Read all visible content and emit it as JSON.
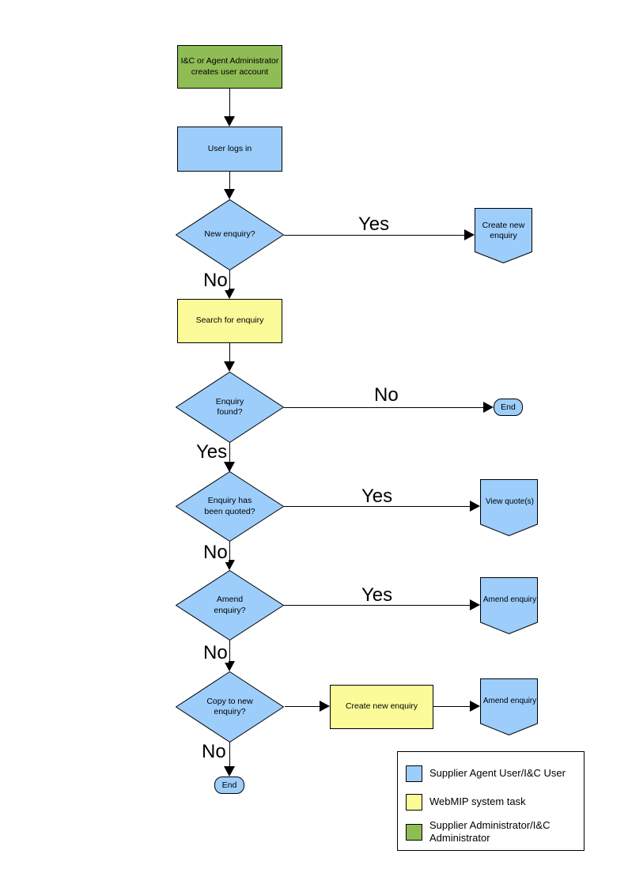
{
  "nodes": {
    "admin_creates_account": "I&C or Agent Administrator\ncreates user account",
    "user_logs_in": "User logs in",
    "new_enquiry": "New enquiry?",
    "create_new_enquiry_top": "Create new\nenquiry",
    "search_for_enquiry": "Search for enquiry",
    "enquiry_found": "Enquiry\nfound?",
    "end_top": "End",
    "enquiry_quoted": "Enquiry has\nbeen quoted?",
    "view_quotes": "View quote(s)",
    "amend_enquiry_decision": "Amend\nenquiry?",
    "amend_enquiry_action_1": "Amend enquiry",
    "copy_to_new_enquiry": "Copy to new\nenquiry?",
    "create_new_enquiry_task": "Create new enquiry",
    "amend_enquiry_action_2": "Amend enquiry",
    "end_bottom": "End"
  },
  "edges": {
    "new_enquiry_yes": "Yes",
    "new_enquiry_no": "No",
    "enquiry_found_no": "No",
    "enquiry_found_yes": "Yes",
    "quoted_yes": "Yes",
    "quoted_no": "No",
    "amend_yes": "Yes",
    "amend_no": "No",
    "copy_no": "No"
  },
  "legend": {
    "items": [
      {
        "color": "#9CCDFB",
        "label": "Supplier Agent User/I&C User"
      },
      {
        "color": "#FBFB99",
        "label": "WebMIP system task"
      },
      {
        "color": "#8FBC55",
        "label": "Supplier Administrator/I&C Administrator"
      }
    ]
  },
  "colors": {
    "node_blue": "#9CCDFB",
    "node_yellow": "#FBFB99",
    "node_green": "#8FBC55",
    "line": "#000000"
  }
}
